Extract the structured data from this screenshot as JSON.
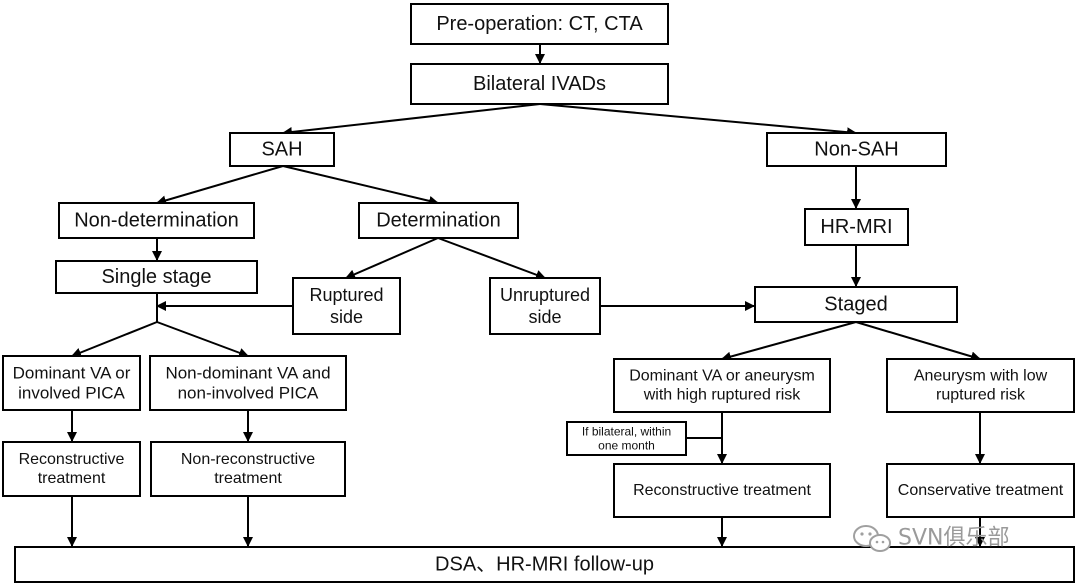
{
  "nodes": {
    "preop": {
      "lines": [
        "Pre-operation: CT, CTA"
      ]
    },
    "bilateral": {
      "lines": [
        "Bilateral IVADs"
      ]
    },
    "sah": {
      "lines": [
        "SAH"
      ]
    },
    "nonsah": {
      "lines": [
        "Non-SAH"
      ]
    },
    "nondet": {
      "lines": [
        "Non-determination"
      ]
    },
    "det": {
      "lines": [
        "Determination"
      ]
    },
    "hrmri": {
      "lines": [
        "HR-MRI"
      ]
    },
    "single": {
      "lines": [
        "Single stage"
      ]
    },
    "ruptured": {
      "lines": [
        "Ruptured",
        "side"
      ]
    },
    "unruptured": {
      "lines": [
        "Unruptured",
        "side"
      ]
    },
    "staged": {
      "lines": [
        "Staged"
      ]
    },
    "dominant": {
      "lines": [
        "Dominant VA or",
        "involved PICA"
      ]
    },
    "nondominant": {
      "lines": [
        "Non-dominant VA and",
        "non-involved PICA"
      ]
    },
    "domhigh": {
      "lines": [
        "Dominant VA or aneurysm",
        "with high ruptured risk"
      ]
    },
    "lowrisk": {
      "lines": [
        "Aneurysm with low",
        "ruptured risk"
      ]
    },
    "bilateralnote": {
      "lines": [
        "If bilateral, within",
        "one month"
      ]
    },
    "recon1": {
      "lines": [
        "Reconstructive",
        "treatment"
      ]
    },
    "nonrecon": {
      "lines": [
        "Non-reconstructive",
        "treatment"
      ]
    },
    "recon2": {
      "lines": [
        "Reconstructive treatment"
      ]
    },
    "conservative": {
      "lines": [
        "Conservative treatment"
      ]
    },
    "followup": {
      "lines": [
        "DSA、HR-MRI follow-up"
      ]
    }
  },
  "watermark": {
    "text": "SVN俱乐部",
    "icon": "wechat-icon"
  }
}
